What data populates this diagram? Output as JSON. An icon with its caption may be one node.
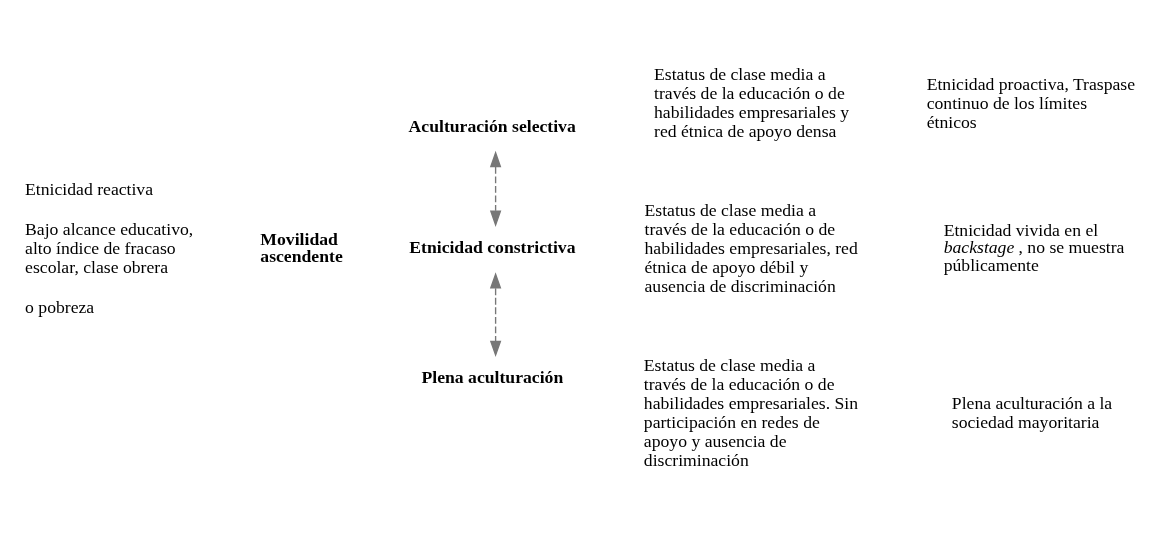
{
  "diagram": {
    "nodes": [
      {
        "text": [
          "Etnicidad reactiva",
          "Bajo alcance educativo, alto índice de fracaso escolar, clase obrera",
          "o pobreza"
        ]
      },
      {
        "text": [
          "Movilidad ascendente"
        ]
      },
      {
        "text": [
          "Aculturación selectiva"
        ]
      },
      {
        "text": [
          "Estatus de clase media a través de la educación o de habilidades empresariales y red étnica de apoyo densa"
        ]
      },
      {
        "text": [
          "Etnicidad proactiva, Traspase continuo de los límites étnicos"
        ]
      },
      {
        "text": [
          "Etnicidad constrictiva"
        ]
      },
      {
        "text": [
          "Estatus de clase media a través de la educación o de habilidades empresariales, red étnica de apoyo débil y ausencia de discriminación"
        ]
      },
      {
        "text": [
          "Etnicidad vivida en el *backstage*, no se muestra públicamente"
        ]
      },
      {
        "text": [
          "Plena aculturación"
        ]
      },
      {
        "text": [
          "Estatus de clase media a través de la educación o de habilidades empresariales. Sin participación en redes de apoyo y ausencia de discriminación"
        ]
      },
      {
        "text": [
          "Plena aculturación a la sociedad mayoritaria"
        ]
      }
    ],
    "edges": [
      {
        "from": 2,
        "to": 5,
        "arrow": "both",
        "style": "dashed",
        "color": "#777777"
      },
      {
        "from": 5,
        "to": 8,
        "arrow": "both",
        "style": "dashed",
        "color": "#777777"
      }
    ]
  }
}
